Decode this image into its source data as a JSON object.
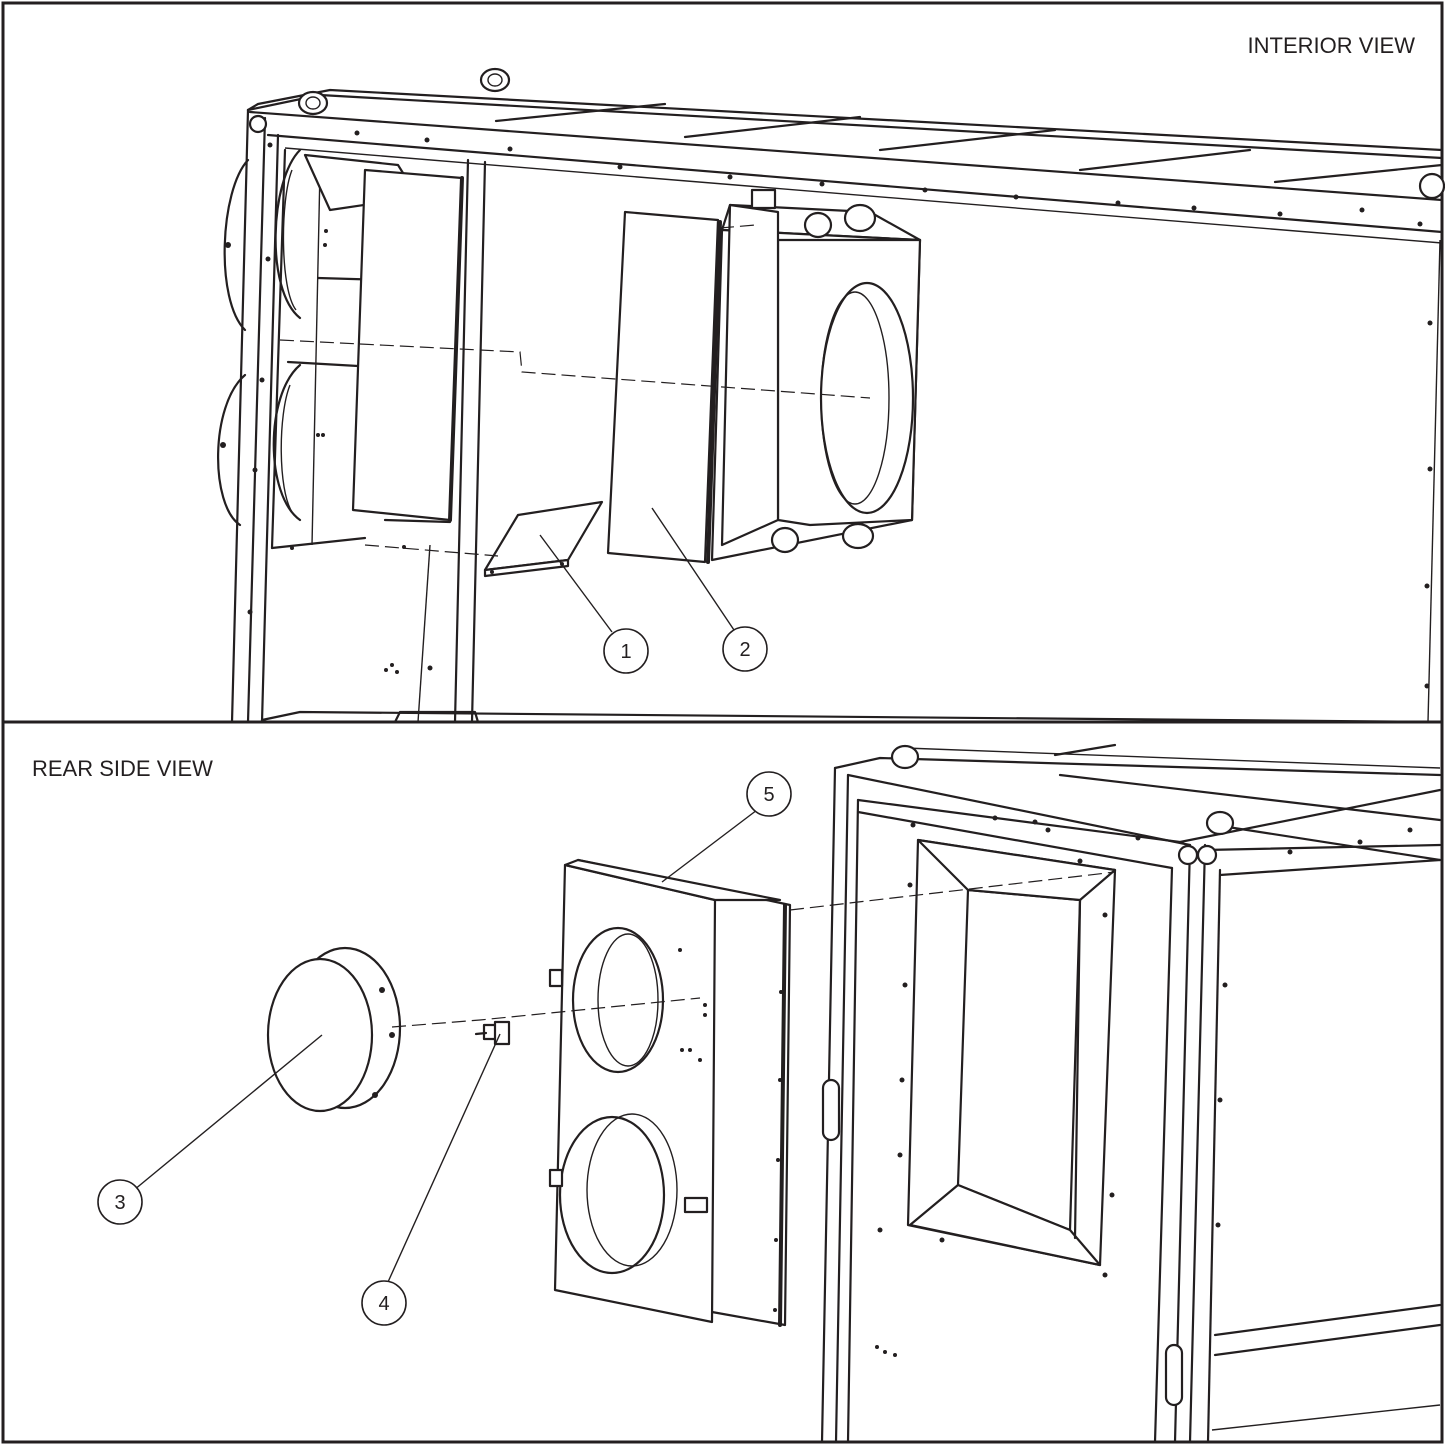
{
  "views": {
    "interior": {
      "title": "INTERIOR VIEW"
    },
    "rear": {
      "title": "REAR SIDE VIEW"
    }
  },
  "callouts": [
    {
      "id": "callout-1",
      "label": "1"
    },
    {
      "id": "callout-2",
      "label": "2"
    },
    {
      "id": "callout-3",
      "label": "3"
    },
    {
      "id": "callout-4",
      "label": "4"
    },
    {
      "id": "callout-5",
      "label": "5"
    }
  ],
  "colors": {
    "line": "#231f20",
    "background": "#ffffff"
  }
}
